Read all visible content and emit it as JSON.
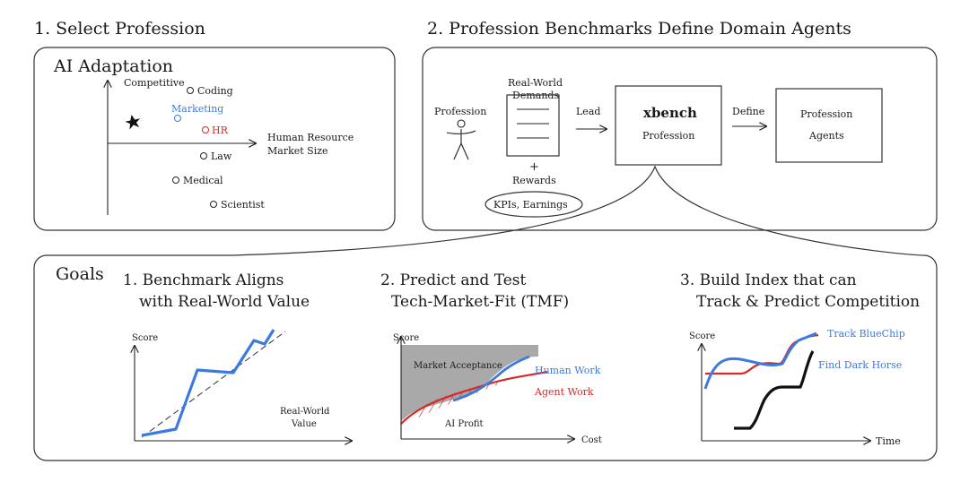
{
  "step1": {
    "heading": "1. Select Profession",
    "title": "AI Adaptation",
    "y_axis": "Competitive",
    "x_axis_line1": "Human Resource",
    "x_axis_line2": "Market Size",
    "professions": [
      {
        "label": "Coding",
        "color": "#1a1a1a"
      },
      {
        "label": "Marketing",
        "color": "#3b7be0"
      },
      {
        "label": "HR",
        "color": "#d62a2a"
      },
      {
        "label": "Law",
        "color": "#1a1a1a"
      },
      {
        "label": "Medical",
        "color": "#1a1a1a"
      },
      {
        "label": "Scientist",
        "color": "#1a1a1a"
      }
    ]
  },
  "step2": {
    "heading": "2. Profession Benchmarks Define Domain Agents",
    "profession": "Profession",
    "demands_line1": "Real-World",
    "demands_line2": "Demands",
    "plus": "+",
    "rewards": "Rewards",
    "kpis": "KPIs, Earnings",
    "lead": "Lead",
    "xbench": "xbench",
    "xbench_sub": "Profession",
    "define": "Define",
    "agents_line1": "Profession",
    "agents_line2": "Agents"
  },
  "goals": {
    "label": "Goals",
    "g1": {
      "title_line1": "1. Benchmark Aligns",
      "title_line2": "with Real-World Value",
      "y_label": "Score",
      "x_label_line1": "Real-World",
      "x_label_line2": "Value"
    },
    "g2": {
      "title_line1": "2. Predict and Test",
      "title_line2": "Tech-Market-Fit (TMF)",
      "y_label": "Score",
      "x_label": "Cost",
      "market": "Market Acceptance",
      "human": "Human Work",
      "agent": "Agent Work",
      "profit": "AI Profit"
    },
    "g3": {
      "title_line1": "3. Build Index that can",
      "title_line2": "Track & Predict Competition",
      "y_label": "Score",
      "x_label": "Time",
      "bluechip": "Track BlueChip",
      "darkhorse": "Find Dark Horse"
    }
  },
  "colors": {
    "blue": "#3b7be0",
    "red": "#d62a2a",
    "gray": "#a9a9a9"
  }
}
